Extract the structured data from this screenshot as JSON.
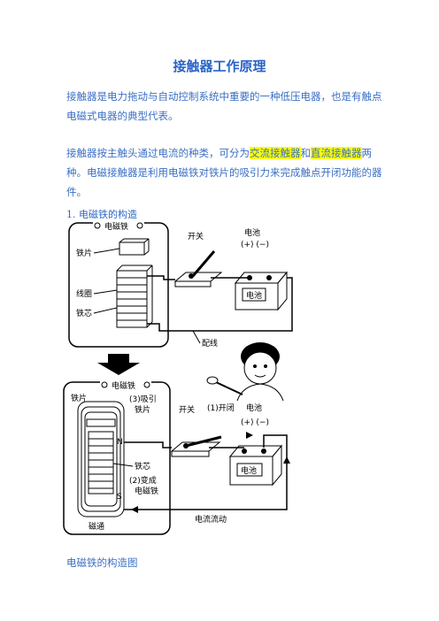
{
  "doc": {
    "title": "接触器工作原理",
    "para1": "接触器是电力拖动与自动控制系统中重要的一种低压电器，也是有触点电磁式电器的典型代表。",
    "para2_pre": "接触器按主触头通过电流的种类，可分为",
    "para2_hl1": "交流接触器",
    "para2_mid": "和",
    "para2_hl2": "直流接触器",
    "para2_post": "两种。电磁接触器是利用电磁铁对铁片的吸引力来完成触点开闭功能的器件。",
    "section1": "1. 电磁铁的构造",
    "caption": "电磁铁的构造图"
  },
  "figure": {
    "top": {
      "box_title": "电磁铁",
      "label_plate": "铁片",
      "label_coil": "线圈",
      "label_core": "铁芯",
      "label_switch": "开关",
      "label_battery": "电池",
      "label_polarity": "(+)  (−)",
      "label_battery_body": "电池",
      "label_wire": "配线"
    },
    "bottom": {
      "box_title": "电磁铁",
      "label_plate": "铁片",
      "label_attract_1": "(3)吸引",
      "label_attract_2": "铁片",
      "label_switch": "开关",
      "label_close": "(1)开闭",
      "label_battery": "电池",
      "label_polarity": "(+)  (−)",
      "label_battery_body": "电池",
      "label_n": "N",
      "label_s": "S",
      "label_core": "铁芯",
      "label_become_1": "(2)变成",
      "label_become_2": "电磁铁",
      "label_flux": "磁通",
      "label_current": "电流流动"
    }
  }
}
